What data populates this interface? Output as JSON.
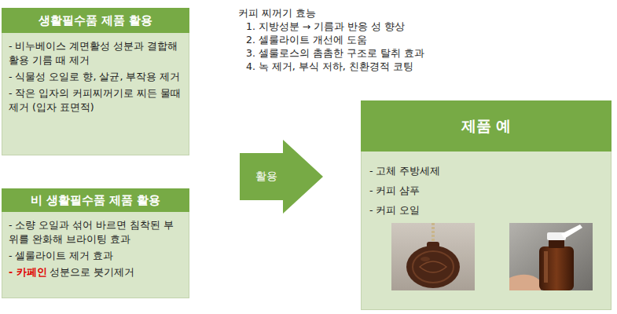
{
  "diagram": {
    "nodes": [
      {
        "text": [
          "생활필수품 제품 활용",
          "- 비누베이스 계면활성 성분과 결합해 활용 기름 때 제거",
          "- 식물성 오일로 향, 살균, 부작용 제거",
          "- 작은 입자의 커피찌꺼기로 찌든 물때 제거 (입자 표면적)"
        ]
      },
      {
        "text": [
          "비 생활필수품 제품 활용",
          "- 소량 오일과 섞어 바르면 침착된 부위를 완화해 브라이팅 효과",
          "- 셀룰라이트 제거 효과",
          "- 카페인",
          "성분으로 붓기제거"
        ]
      },
      {
        "text": [
          "활용"
        ]
      },
      {
        "text": [
          "제품 예",
          "- 고체 주방세제",
          "- 커피 샴푸",
          "- 커피 오일"
        ]
      }
    ],
    "labels": [
      "커피 찌꺼기 효능",
      "1. 지방성분 → 기름과 반응 성 향상",
      "2. 셀룰라이트 개선에 도움",
      "3. 셀룰로스의 촘촘한 구조로 탈취 효과",
      "4. 녹 제거, 부식 저하, 친환경적 코팅"
    ]
  }
}
